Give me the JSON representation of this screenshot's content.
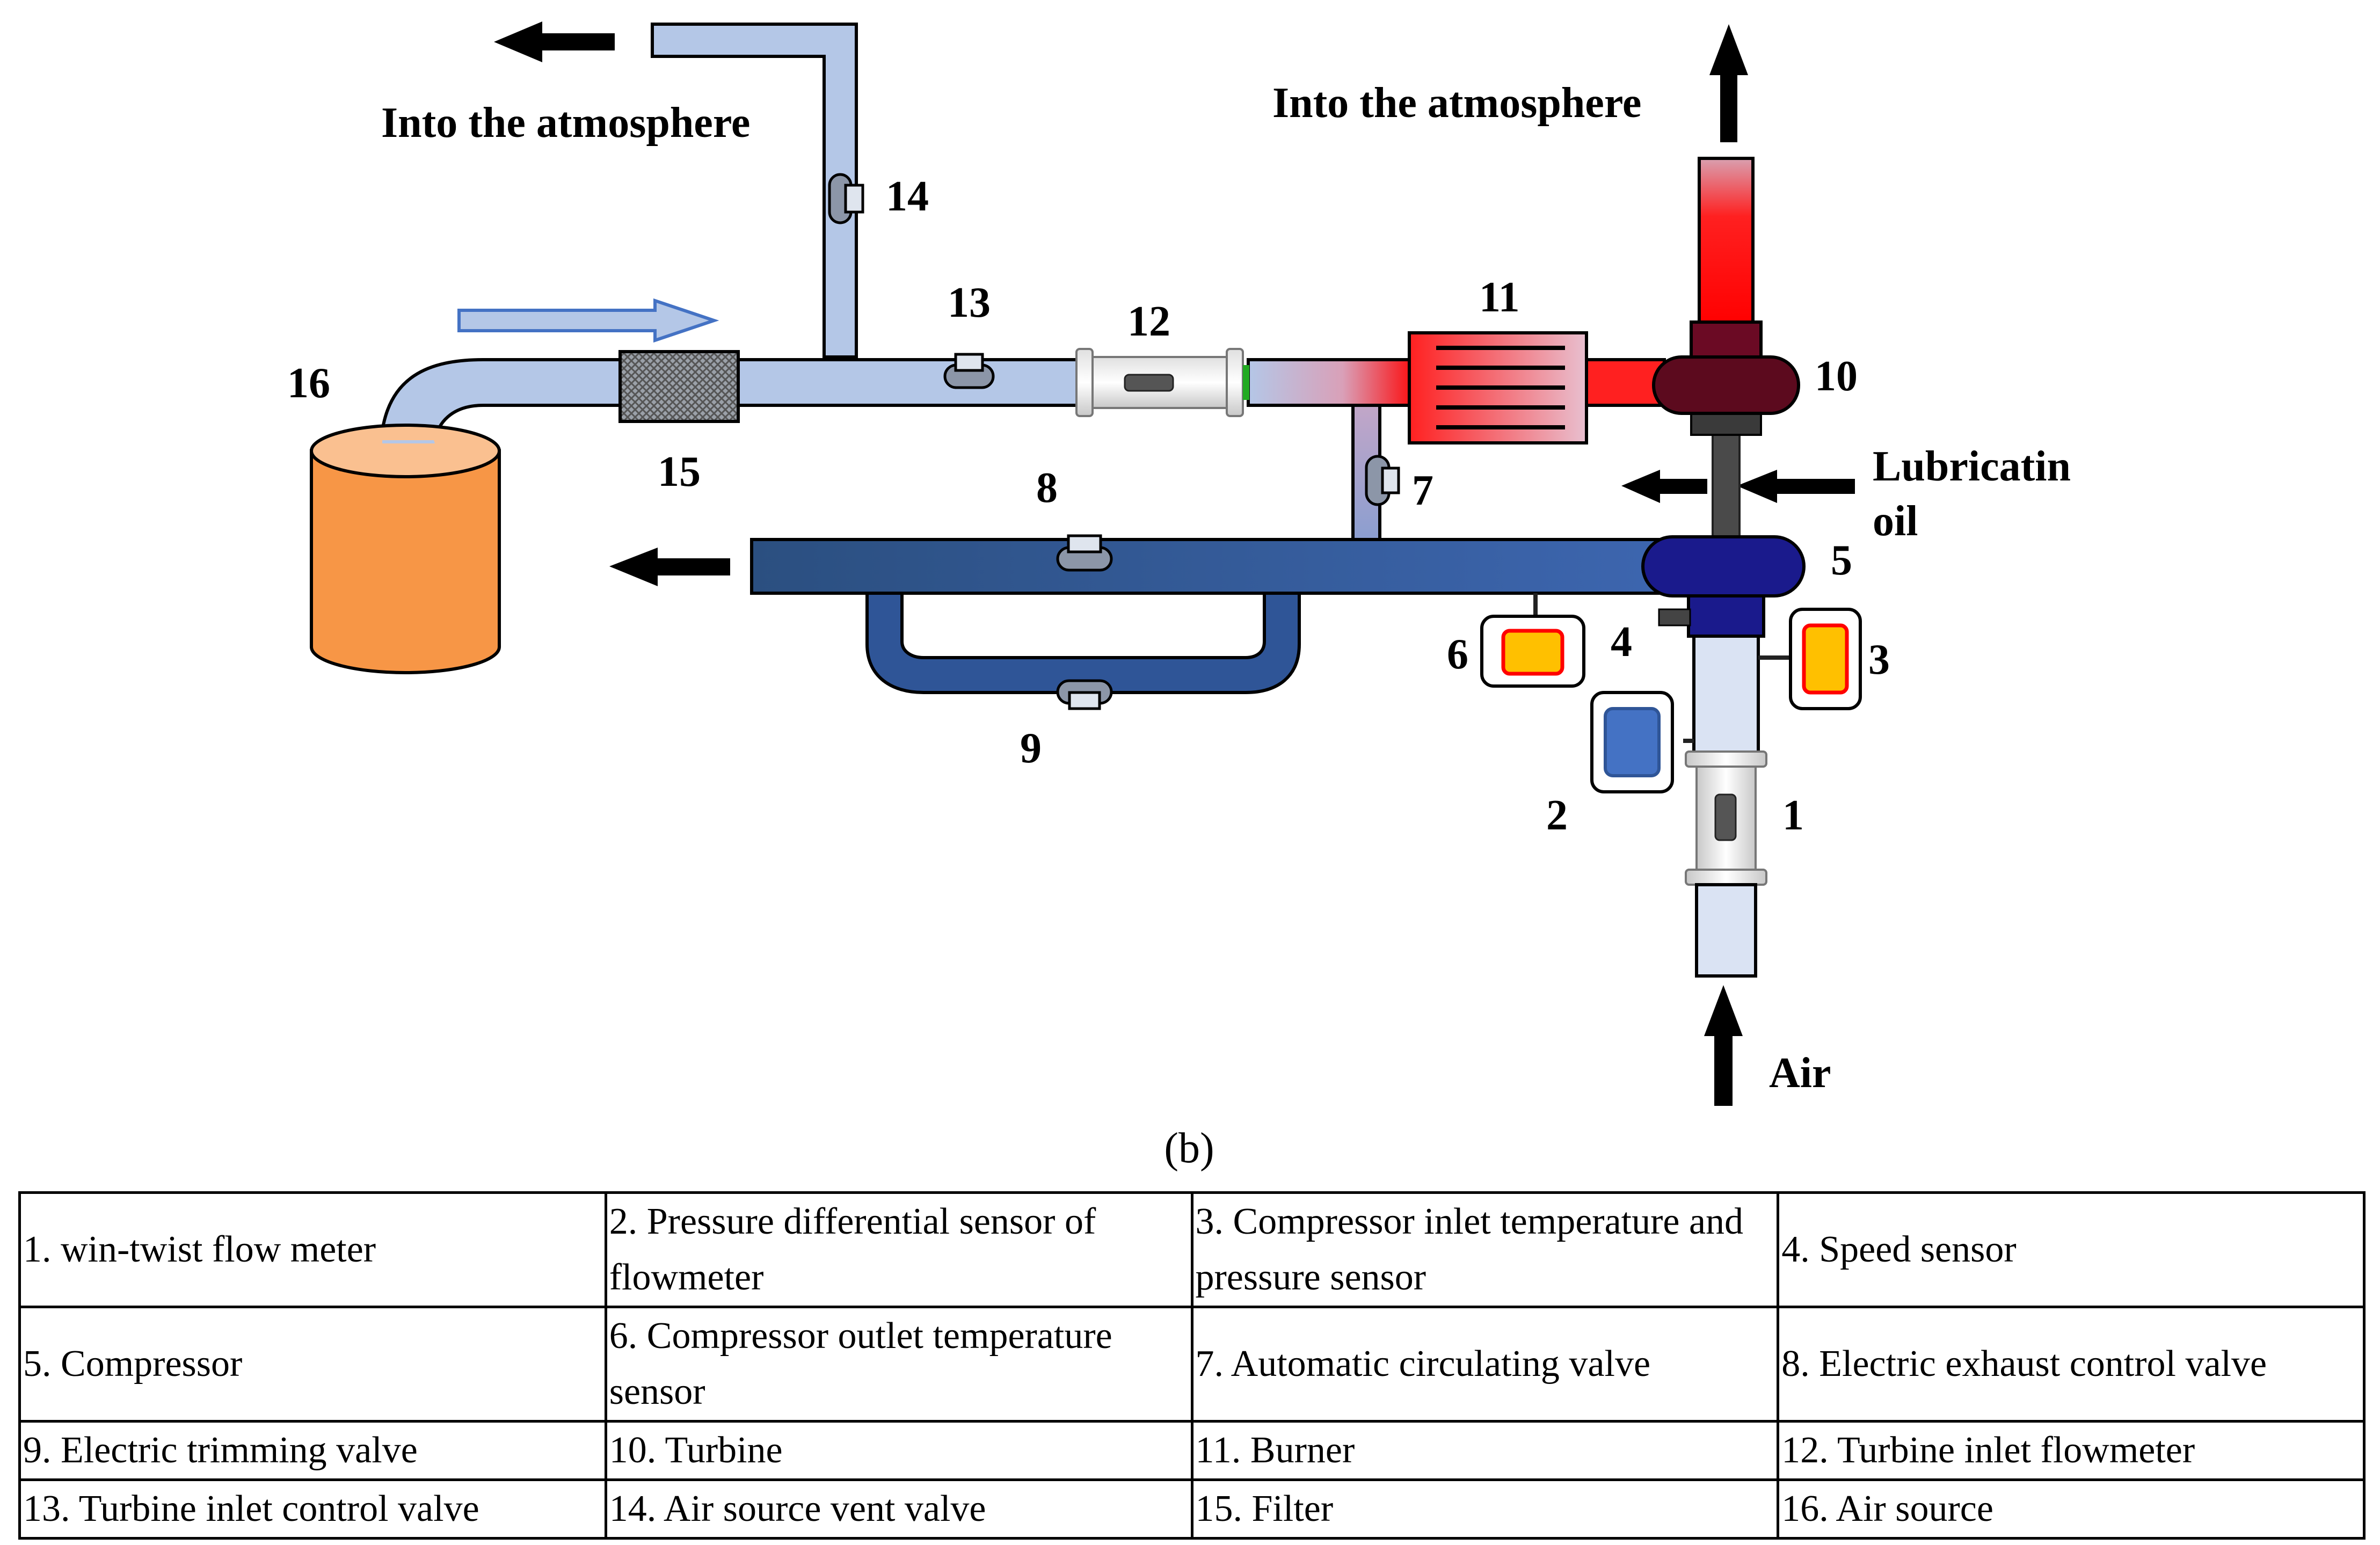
{
  "diagram": {
    "labels": {
      "atmo_left": "Into the atmosphere",
      "atmo_right": "Into the atmosphere",
      "lube_line1": "Lubricatin",
      "lube_line2": "oil",
      "air": "Air",
      "caption": "(b)"
    },
    "numbers": {
      "n1": "1",
      "n2": "2",
      "n3": "3",
      "n4": "4",
      "n5": "5",
      "n6": "6",
      "n7": "7",
      "n8": "8",
      "n9": "9",
      "n10": "10",
      "n11": "11",
      "n12": "12",
      "n13": "13",
      "n14": "14",
      "n15": "15",
      "n16": "16"
    },
    "colors": {
      "intake_pipe": "#b4c7e7",
      "exhaust_pipe": "#2f5597",
      "compressor": "#1a1a8c",
      "turbine": "#5c0a1e",
      "burner": "#ff0000",
      "air_source": "#f79646",
      "sensor_orange": "#ffc000",
      "sensor_blue": "#4472c4"
    }
  },
  "legend": {
    "rows": [
      [
        "1. win-twist flow meter",
        "2. Pressure differential sensor of flowmeter",
        "3. Compressor inlet temperature and pressure sensor",
        "4. Speed sensor"
      ],
      [
        "5. Compressor",
        "6. Compressor outlet temperature sensor",
        "7. Automatic circulating valve",
        "8. Electric exhaust control valve"
      ],
      [
        "9. Electric trimming valve",
        "10. Turbine",
        "11. Burner",
        "12. Turbine inlet flowmeter"
      ],
      [
        "13. Turbine inlet control valve",
        "14. Air source vent valve",
        "15. Filter",
        "16. Air source"
      ]
    ]
  }
}
